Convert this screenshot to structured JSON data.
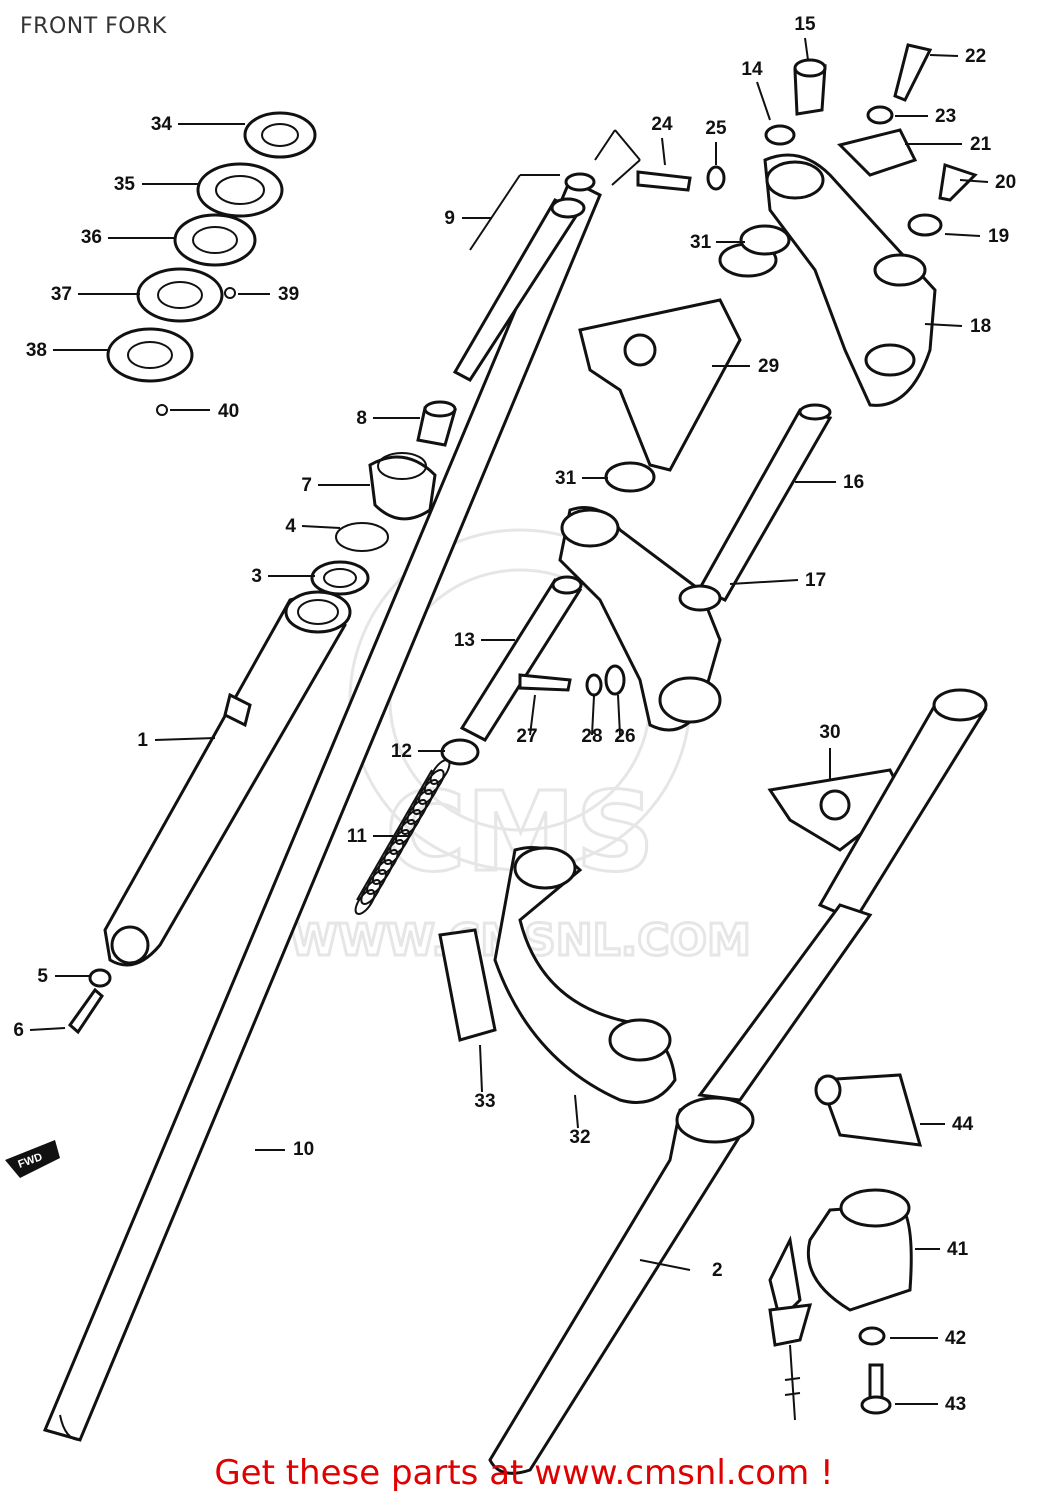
{
  "title": "FRONT FORK",
  "footer": "Get these parts at www.cmsnl.com !",
  "watermark": {
    "logo_text": "CMS",
    "url_text": "WWW.CMSNL.COM"
  },
  "fwd_marker": "FWD",
  "callouts": [
    {
      "id": "1"
    },
    {
      "id": "2"
    },
    {
      "id": "3"
    },
    {
      "id": "4"
    },
    {
      "id": "5"
    },
    {
      "id": "6"
    },
    {
      "id": "7"
    },
    {
      "id": "8"
    },
    {
      "id": "9"
    },
    {
      "id": "10"
    },
    {
      "id": "11"
    },
    {
      "id": "12"
    },
    {
      "id": "13"
    },
    {
      "id": "14"
    },
    {
      "id": "15"
    },
    {
      "id": "16"
    },
    {
      "id": "17"
    },
    {
      "id": "18"
    },
    {
      "id": "19"
    },
    {
      "id": "20"
    },
    {
      "id": "21"
    },
    {
      "id": "22"
    },
    {
      "id": "23"
    },
    {
      "id": "24"
    },
    {
      "id": "25"
    },
    {
      "id": "26"
    },
    {
      "id": "27"
    },
    {
      "id": "28"
    },
    {
      "id": "29"
    },
    {
      "id": "30"
    },
    {
      "id": "31"
    },
    {
      "id": "31"
    },
    {
      "id": "32"
    },
    {
      "id": "33"
    },
    {
      "id": "34"
    },
    {
      "id": "35"
    },
    {
      "id": "36"
    },
    {
      "id": "37"
    },
    {
      "id": "38"
    },
    {
      "id": "39"
    },
    {
      "id": "40"
    },
    {
      "id": "41"
    },
    {
      "id": "42"
    },
    {
      "id": "43"
    },
    {
      "id": "44"
    }
  ]
}
